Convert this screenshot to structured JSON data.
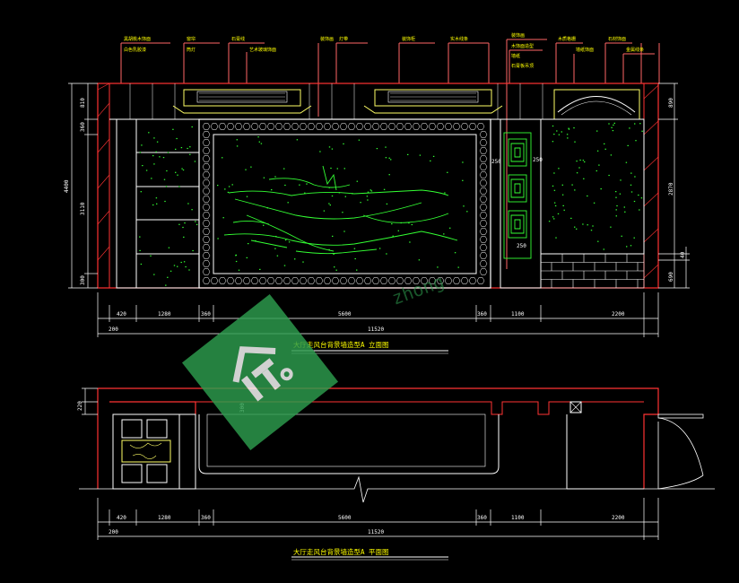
{
  "elevation": {
    "title": "大厅走风台背景墙造型A 立面图",
    "dims_bottom": [
      "420",
      "1280",
      "360",
      "5600",
      "360",
      "1100",
      "2200"
    ],
    "dim_total": "11520",
    "dim_left_start": "200",
    "dims_left": [
      "810",
      "360",
      "3110",
      "300"
    ],
    "dim_left_total": "4400",
    "dims_right": [
      "890",
      "2870",
      "40",
      "690"
    ],
    "inner_labels": [
      "250",
      "250",
      "250"
    ],
    "top_notes": [
      "黑胡桃木饰面",
      "白色乳胶漆",
      "窗帘",
      "筒灯",
      "石膏线",
      "艺术玻璃饰面",
      "装饰画",
      "灯带",
      "装饰柜",
      "实木线条",
      "装饰画",
      "木饰面造型",
      "墙纸",
      "石膏板吊顶",
      "木质格栅",
      "墙纸饰面",
      "石材饰面",
      "金属线条"
    ]
  },
  "plan": {
    "title": "大厅走风台背景墙造型A 平面图",
    "dims_bottom": [
      "420",
      "1280",
      "360",
      "5600",
      "360",
      "1100",
      "2200"
    ],
    "dim_total": "11520",
    "dim_left_start": "200",
    "dim_left": "220",
    "inner_label": "300"
  },
  "watermark": {
    "text": "zhong"
  },
  "colors": {
    "background": "#000000",
    "dim": "#ffffff",
    "wall": "#ff3333",
    "outline": "#ffff66",
    "detail": "#33ff33",
    "note": "#ffff00",
    "watermark": "#2e9e4f"
  }
}
